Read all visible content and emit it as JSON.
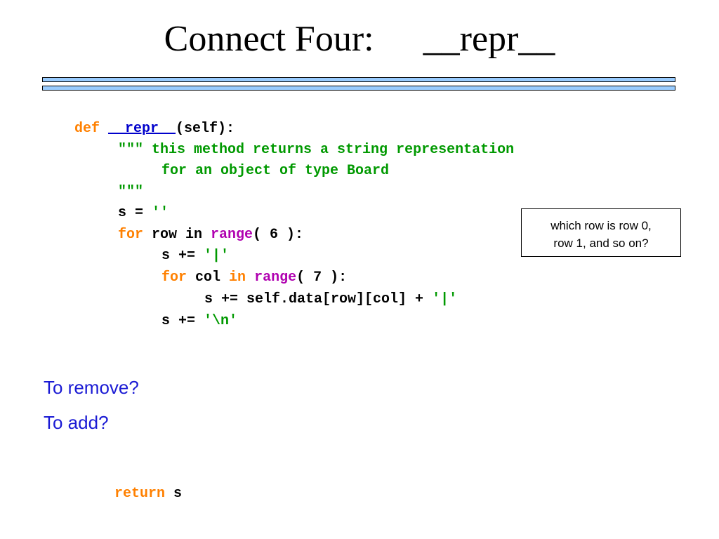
{
  "title": {
    "left": "Connect Four:",
    "right": "__repr__"
  },
  "code": {
    "l1": {
      "def": "def",
      "sp": " ",
      "name": "__repr__",
      "args": "(self):"
    },
    "l2": "\"\"\" this method returns a string representation",
    "l3": "for an object of type Board",
    "l4": "\"\"\"",
    "l5": {
      "a": "s = ",
      "b": "''"
    },
    "l6": {
      "for": "for",
      "a": " row in ",
      "range": "range",
      "b": "( 6 ):"
    },
    "l7": {
      "a": "s += ",
      "b": "'|'"
    },
    "l8": {
      "for": "for",
      "a": " col ",
      "in": "in",
      "sp": " ",
      "range": "range",
      "b": "( 7 ):"
    },
    "l9": {
      "a": "s += self.data[row][col] + ",
      "b": "'|'"
    },
    "l10": {
      "a": "s += ",
      "b": "'\\n'"
    },
    "ret": {
      "kw": "return",
      "a": " s"
    }
  },
  "note": {
    "line1": "which row is row 0,",
    "line2": "row 1, and so on?"
  },
  "questions": {
    "remove": "To remove?",
    "add": "To add?"
  }
}
